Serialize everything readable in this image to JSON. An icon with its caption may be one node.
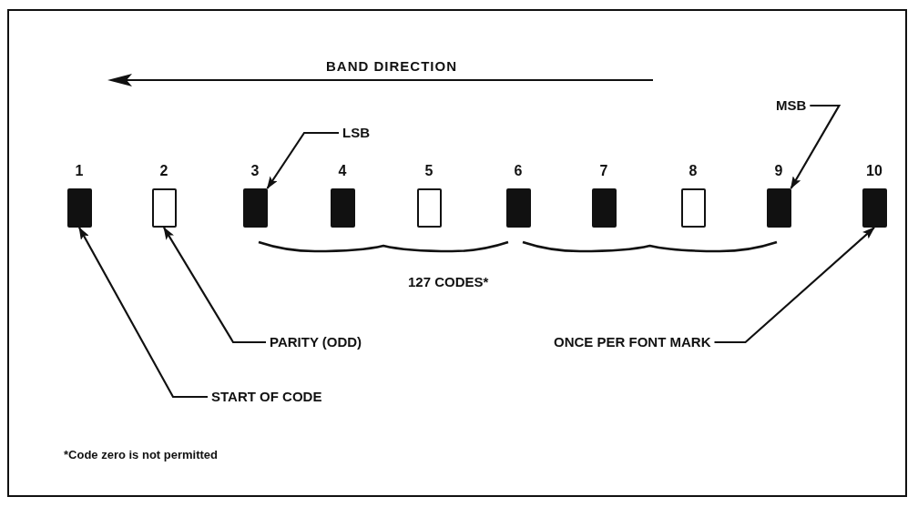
{
  "diagram": {
    "nodes": [
      {
        "text": [
          "LSB"
        ]
      },
      {
        "text": [
          "MSB"
        ]
      },
      {
        "text": [
          "1"
        ]
      },
      {
        "text": [
          "2"
        ]
      },
      {
        "text": [
          "3"
        ]
      },
      {
        "text": [
          "4"
        ]
      },
      {
        "text": [
          "5"
        ]
      },
      {
        "text": [
          "6"
        ]
      },
      {
        "text": [
          "7"
        ]
      },
      {
        "text": [
          "8"
        ]
      },
      {
        "text": [
          "9"
        ]
      },
      {
        "text": [
          "10"
        ]
      },
      {
        "text": [
          "PARITY (ODD)"
        ]
      },
      {
        "text": [
          "ONCE PER FONT MARK"
        ]
      },
      {
        "text": [
          "START OF CODE"
        ]
      }
    ],
    "edges": [
      {
        "from": 0,
        "to": 4,
        "arrow": "to"
      },
      {
        "from": 1,
        "to": 10,
        "arrow": "to"
      },
      {
        "from": 12,
        "to": 3,
        "arrow": "to"
      },
      {
        "from": 13,
        "to": 11,
        "arrow": "to"
      },
      {
        "from": 14,
        "to": 2,
        "arrow": "to"
      }
    ],
    "labels": [
      "BAND DIRECTION",
      "127 CODES*",
      "*Code zero is not permitted"
    ]
  }
}
